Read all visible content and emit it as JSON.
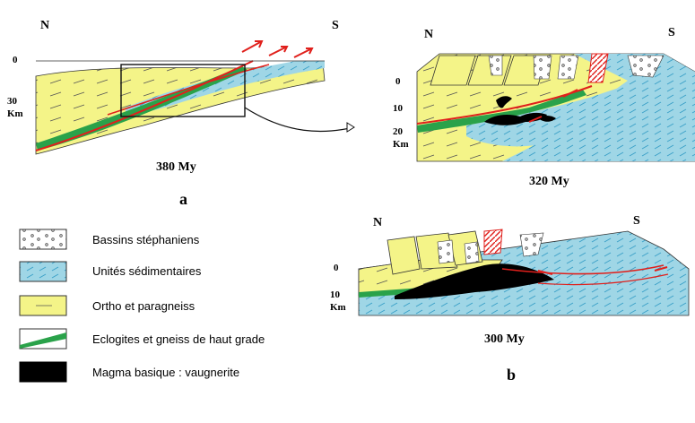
{
  "panel_a": {
    "north": "N",
    "south": "S",
    "depth_top": "0",
    "depth_value": "30",
    "depth_unit": "Km",
    "age": "380 My",
    "letter": "a"
  },
  "panel_320": {
    "north": "N",
    "south": "S",
    "depth_0": "0",
    "depth_10": "10",
    "depth_20": "20",
    "depth_unit": "Km",
    "age": "320 My"
  },
  "panel_b": {
    "north": "N",
    "south": "S",
    "depth_0": "0",
    "depth_10": "10",
    "depth_unit": "Km",
    "age": "300 My",
    "letter": "b"
  },
  "legend": {
    "items": [
      {
        "label": "Bassins stéphaniens"
      },
      {
        "label": "Unités sédimentaires"
      },
      {
        "label": "Ortho et paragneiss"
      },
      {
        "label": "Eclogites et gneiss de haut grade"
      },
      {
        "label": "Magma basique : vaugnerite"
      }
    ]
  },
  "colors": {
    "ortho_paragneiss": "#f4f488",
    "sedimentary_units": "#9fd6e6",
    "sedimentary_dash": "#3aa0c8",
    "eclogite": "#2aa24a",
    "thrust_fault": "#e0201c",
    "basic_magma": "#000000"
  }
}
